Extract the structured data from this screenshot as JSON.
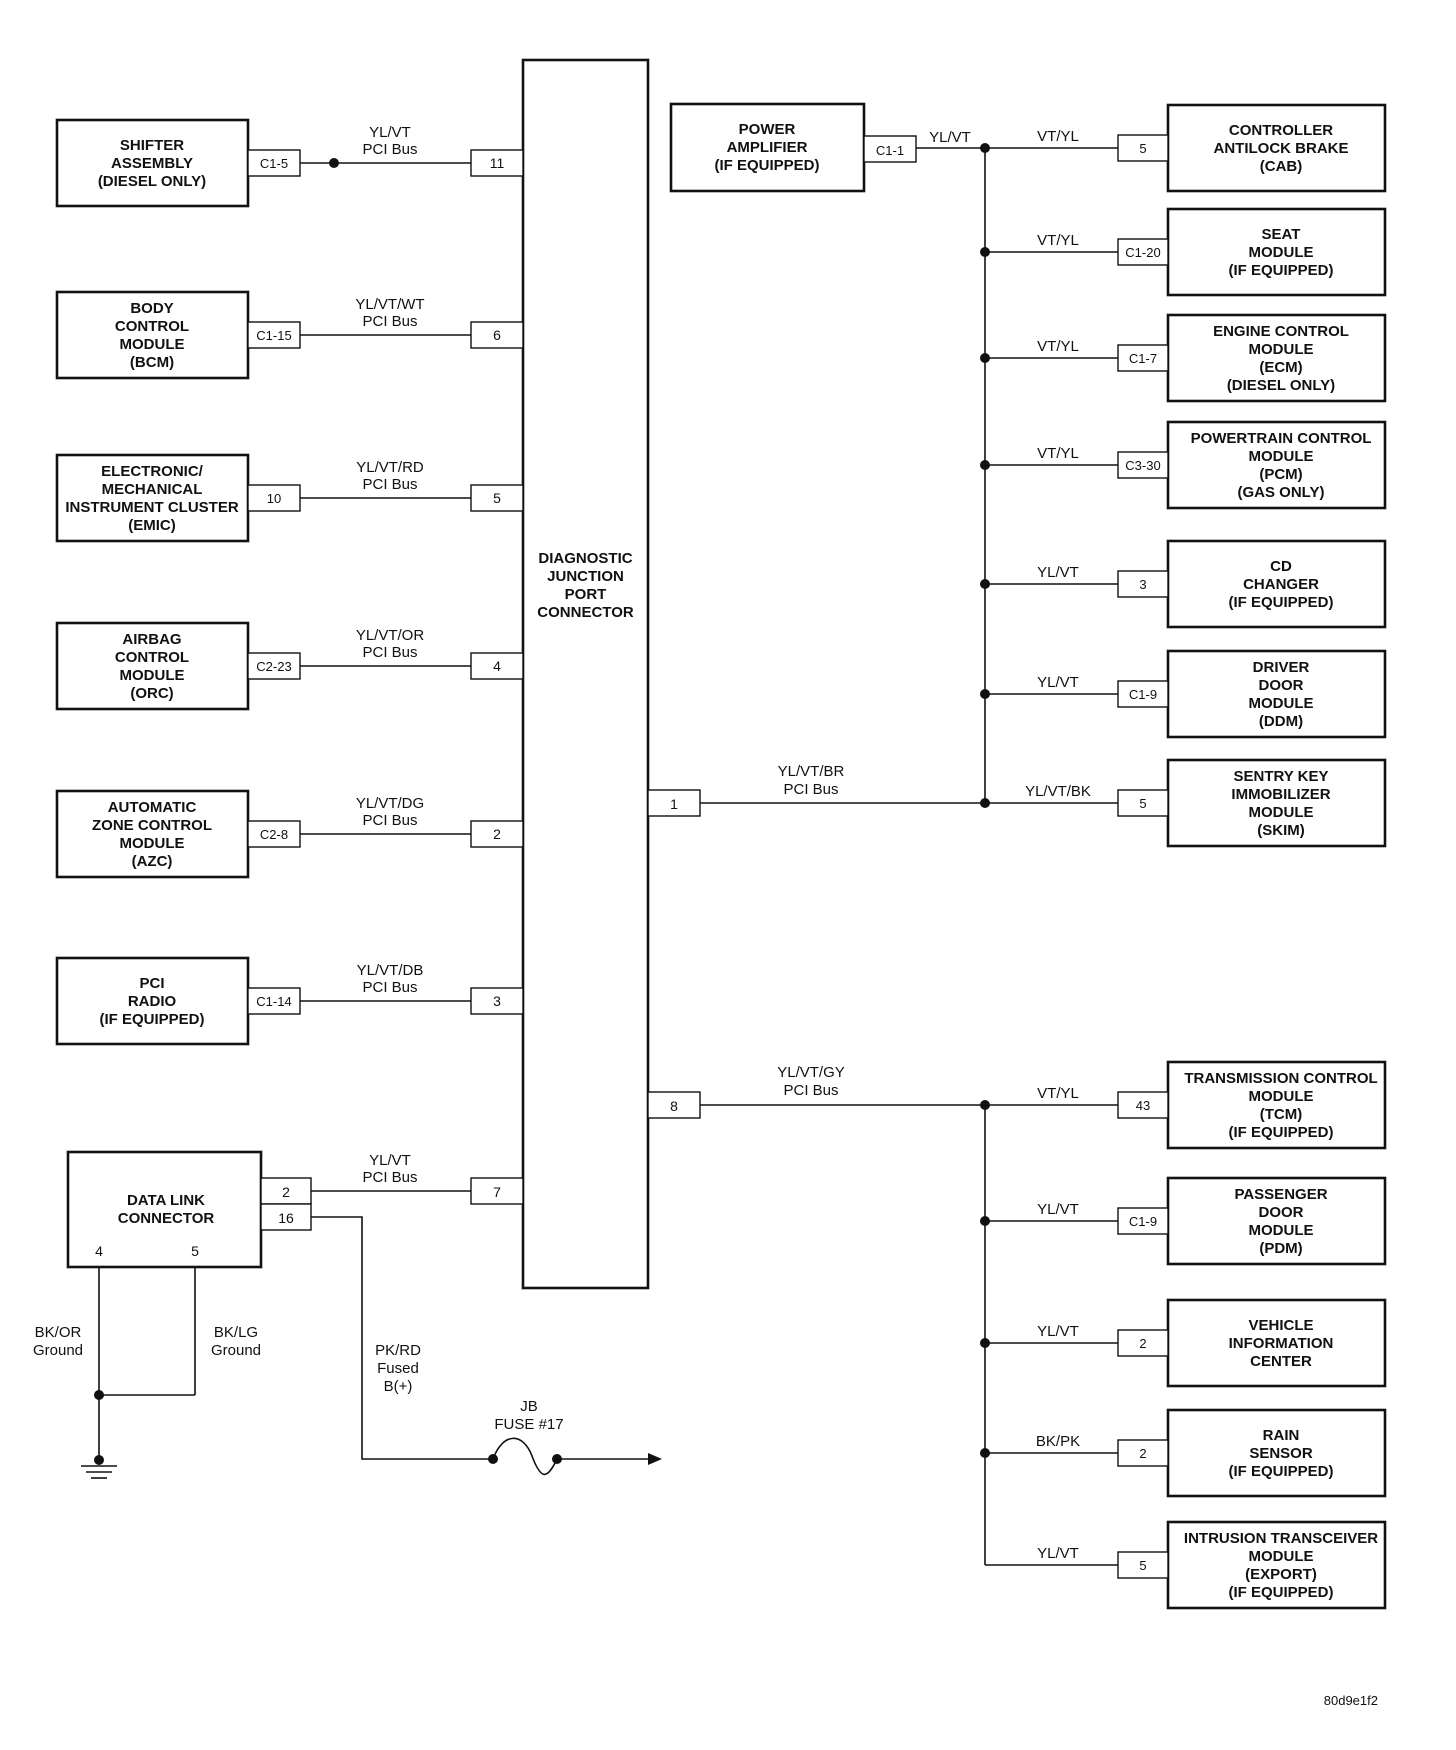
{
  "junction": {
    "lines": [
      "DIAGNOSTIC",
      "JUNCTION",
      "PORT",
      "CONNECTOR"
    ]
  },
  "left_modules": [
    {
      "name": [
        "SHIFTER",
        "ASSEMBLY",
        "(DIESEL ONLY)"
      ],
      "connector": "C1-5",
      "wire_color": "YL/VT",
      "wire_label": "PCI Bus",
      "junction_pin": "11",
      "splice": true
    },
    {
      "name": [
        "BODY",
        "CONTROL",
        "MODULE",
        "(BCM)"
      ],
      "connector": "C1-15",
      "wire_color": "YL/VT/WT",
      "wire_label": "PCI Bus",
      "junction_pin": "6"
    },
    {
      "name": [
        "ELECTRONIC/",
        "MECHANICAL",
        "INSTRUMENT CLUSTER",
        "(EMIC)"
      ],
      "connector": "10",
      "wire_color": "YL/VT/RD",
      "wire_label": "PCI Bus",
      "junction_pin": "5"
    },
    {
      "name": [
        "AIRBAG",
        "CONTROL",
        "MODULE",
        "(ORC)"
      ],
      "connector": "C2-23",
      "wire_color": "YL/VT/OR",
      "wire_label": "PCI Bus",
      "junction_pin": "4"
    },
    {
      "name": [
        "AUTOMATIC",
        "ZONE CONTROL",
        "MODULE",
        "(AZC)"
      ],
      "connector": "C2-8",
      "wire_color": "YL/VT/DG",
      "wire_label": "PCI Bus",
      "junction_pin": "2"
    },
    {
      "name": [
        "PCI",
        "RADIO",
        "(IF EQUIPPED)"
      ],
      "connector": "C1-14",
      "wire_color": "YL/VT/DB",
      "wire_label": "PCI Bus",
      "junction_pin": "3"
    }
  ],
  "data_link": {
    "name": [
      "DATA LINK",
      "CONNECTOR"
    ],
    "pin_bus": "2",
    "pin_power": "16",
    "pin_ground_1": "4",
    "pin_ground_2": "5",
    "bus_wire_color": "YL/VT",
    "bus_wire_label": "PCI Bus",
    "junction_pin": "7",
    "ground_1": {
      "color": "BK/OR",
      "label": "Ground"
    },
    "ground_2": {
      "color": "BK/LG",
      "label": "Ground"
    },
    "power_wire": [
      "PK/RD",
      "Fused",
      "B(+)"
    ],
    "fuse": [
      "JB",
      "FUSE #17"
    ]
  },
  "power_amplifier": {
    "name": [
      "POWER",
      "AMPLIFIER",
      "(IF EQUIPPED)"
    ],
    "connector": "C1-1",
    "wire_color": "YL/VT"
  },
  "bus_upper": {
    "junction_pin": "1",
    "wire_color": "YL/VT/BR",
    "wire_label": "PCI Bus"
  },
  "bus_lower": {
    "junction_pin": "8",
    "wire_color": "YL/VT/GY",
    "wire_label": "PCI Bus"
  },
  "right_upper_modules": [
    {
      "name": [
        "CONTROLLER",
        "ANTILOCK BRAKE",
        "(CAB)"
      ],
      "connector": "5",
      "wire_color": "VT/YL"
    },
    {
      "name": [
        "SEAT",
        "MODULE",
        "(IF EQUIPPED)"
      ],
      "connector": "C1-20",
      "wire_color": "VT/YL"
    },
    {
      "name": [
        "ENGINE CONTROL",
        "MODULE",
        "(ECM)",
        "(DIESEL ONLY)"
      ],
      "connector": "C1-7",
      "wire_color": "VT/YL"
    },
    {
      "name": [
        "POWERTRAIN CONTROL",
        "MODULE",
        "(PCM)",
        "(GAS ONLY)"
      ],
      "connector": "C3-30",
      "wire_color": "VT/YL"
    },
    {
      "name": [
        "CD",
        "CHANGER",
        "(IF EQUIPPED)"
      ],
      "connector": "3",
      "wire_color": "YL/VT"
    },
    {
      "name": [
        "DRIVER",
        "DOOR",
        "MODULE",
        "(DDM)"
      ],
      "connector": "C1-9",
      "wire_color": "YL/VT"
    },
    {
      "name": [
        "SENTRY KEY",
        "IMMOBILIZER",
        "MODULE",
        "(SKIM)"
      ],
      "connector": "5",
      "wire_color": "YL/VT/BK"
    }
  ],
  "right_lower_modules": [
    {
      "name": [
        "TRANSMISSION CONTROL",
        "MODULE",
        "(TCM)",
        "(IF EQUIPPED)"
      ],
      "connector": "43",
      "wire_color": "VT/YL"
    },
    {
      "name": [
        "PASSENGER",
        "DOOR",
        "MODULE",
        "(PDM)"
      ],
      "connector": "C1-9",
      "wire_color": "YL/VT"
    },
    {
      "name": [
        "VEHICLE",
        "INFORMATION",
        "CENTER"
      ],
      "connector": "2",
      "wire_color": "YL/VT"
    },
    {
      "name": [
        "RAIN",
        "SENSOR",
        "(IF EQUIPPED)"
      ],
      "connector": "2",
      "wire_color": "BK/PK"
    },
    {
      "name": [
        "INTRUSION TRANSCEIVER",
        "MODULE",
        "(EXPORT)",
        "(IF EQUIPPED)"
      ],
      "connector": "5",
      "wire_color": "YL/VT"
    }
  ],
  "figure_code": "80d9e1f2"
}
